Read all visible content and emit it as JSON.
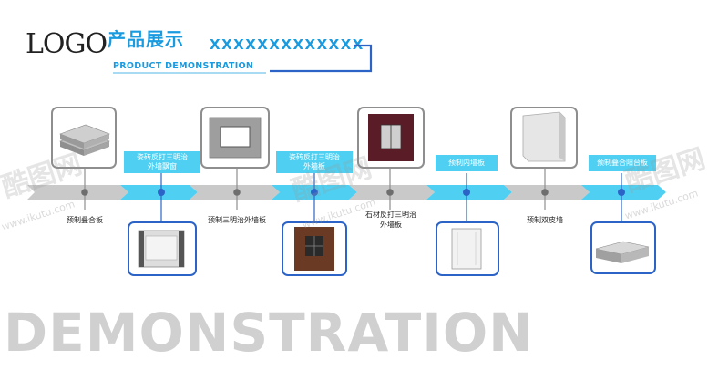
{
  "header": {
    "logo": "LOGO",
    "title_cn": "产品展示",
    "title_placeholder": "XXXXXXXXXXXXX",
    "subtitle_en": "PRODUCT DEMONSTRATION"
  },
  "footer": {
    "big_text": "DEMONSTRATION"
  },
  "colors": {
    "accent_blue": "#1a9be0",
    "frame_blue": "#2b63c6",
    "arrow_gray": "#c9c9c9",
    "arrow_blue": "#4fd0f2"
  },
  "steps": [
    {
      "label": "预制叠合板",
      "position": "top"
    },
    {
      "label": "瓷砖反打三明治外墙飘窗",
      "label_lines": [
        "瓷砖反打三明治",
        "外墙飘窗"
      ],
      "position": "bottom"
    },
    {
      "label": "预制三明治外墙板",
      "position": "top"
    },
    {
      "label": "瓷砖反打三明治外墙板",
      "label_lines": [
        "瓷砖反打三明治",
        "外墙板"
      ],
      "position": "bottom"
    },
    {
      "label": "石材反打三明治外墙板",
      "label_lines": [
        "石材反打三明治",
        "外墙板"
      ],
      "position": "top"
    },
    {
      "label": "预制内墙板",
      "position": "bottom"
    },
    {
      "label": "预制双皮墙",
      "position": "top"
    },
    {
      "label": "预制叠合阳台板",
      "position": "bottom"
    }
  ],
  "watermarks": [
    "酷图网",
    "www.ikutu.com"
  ]
}
